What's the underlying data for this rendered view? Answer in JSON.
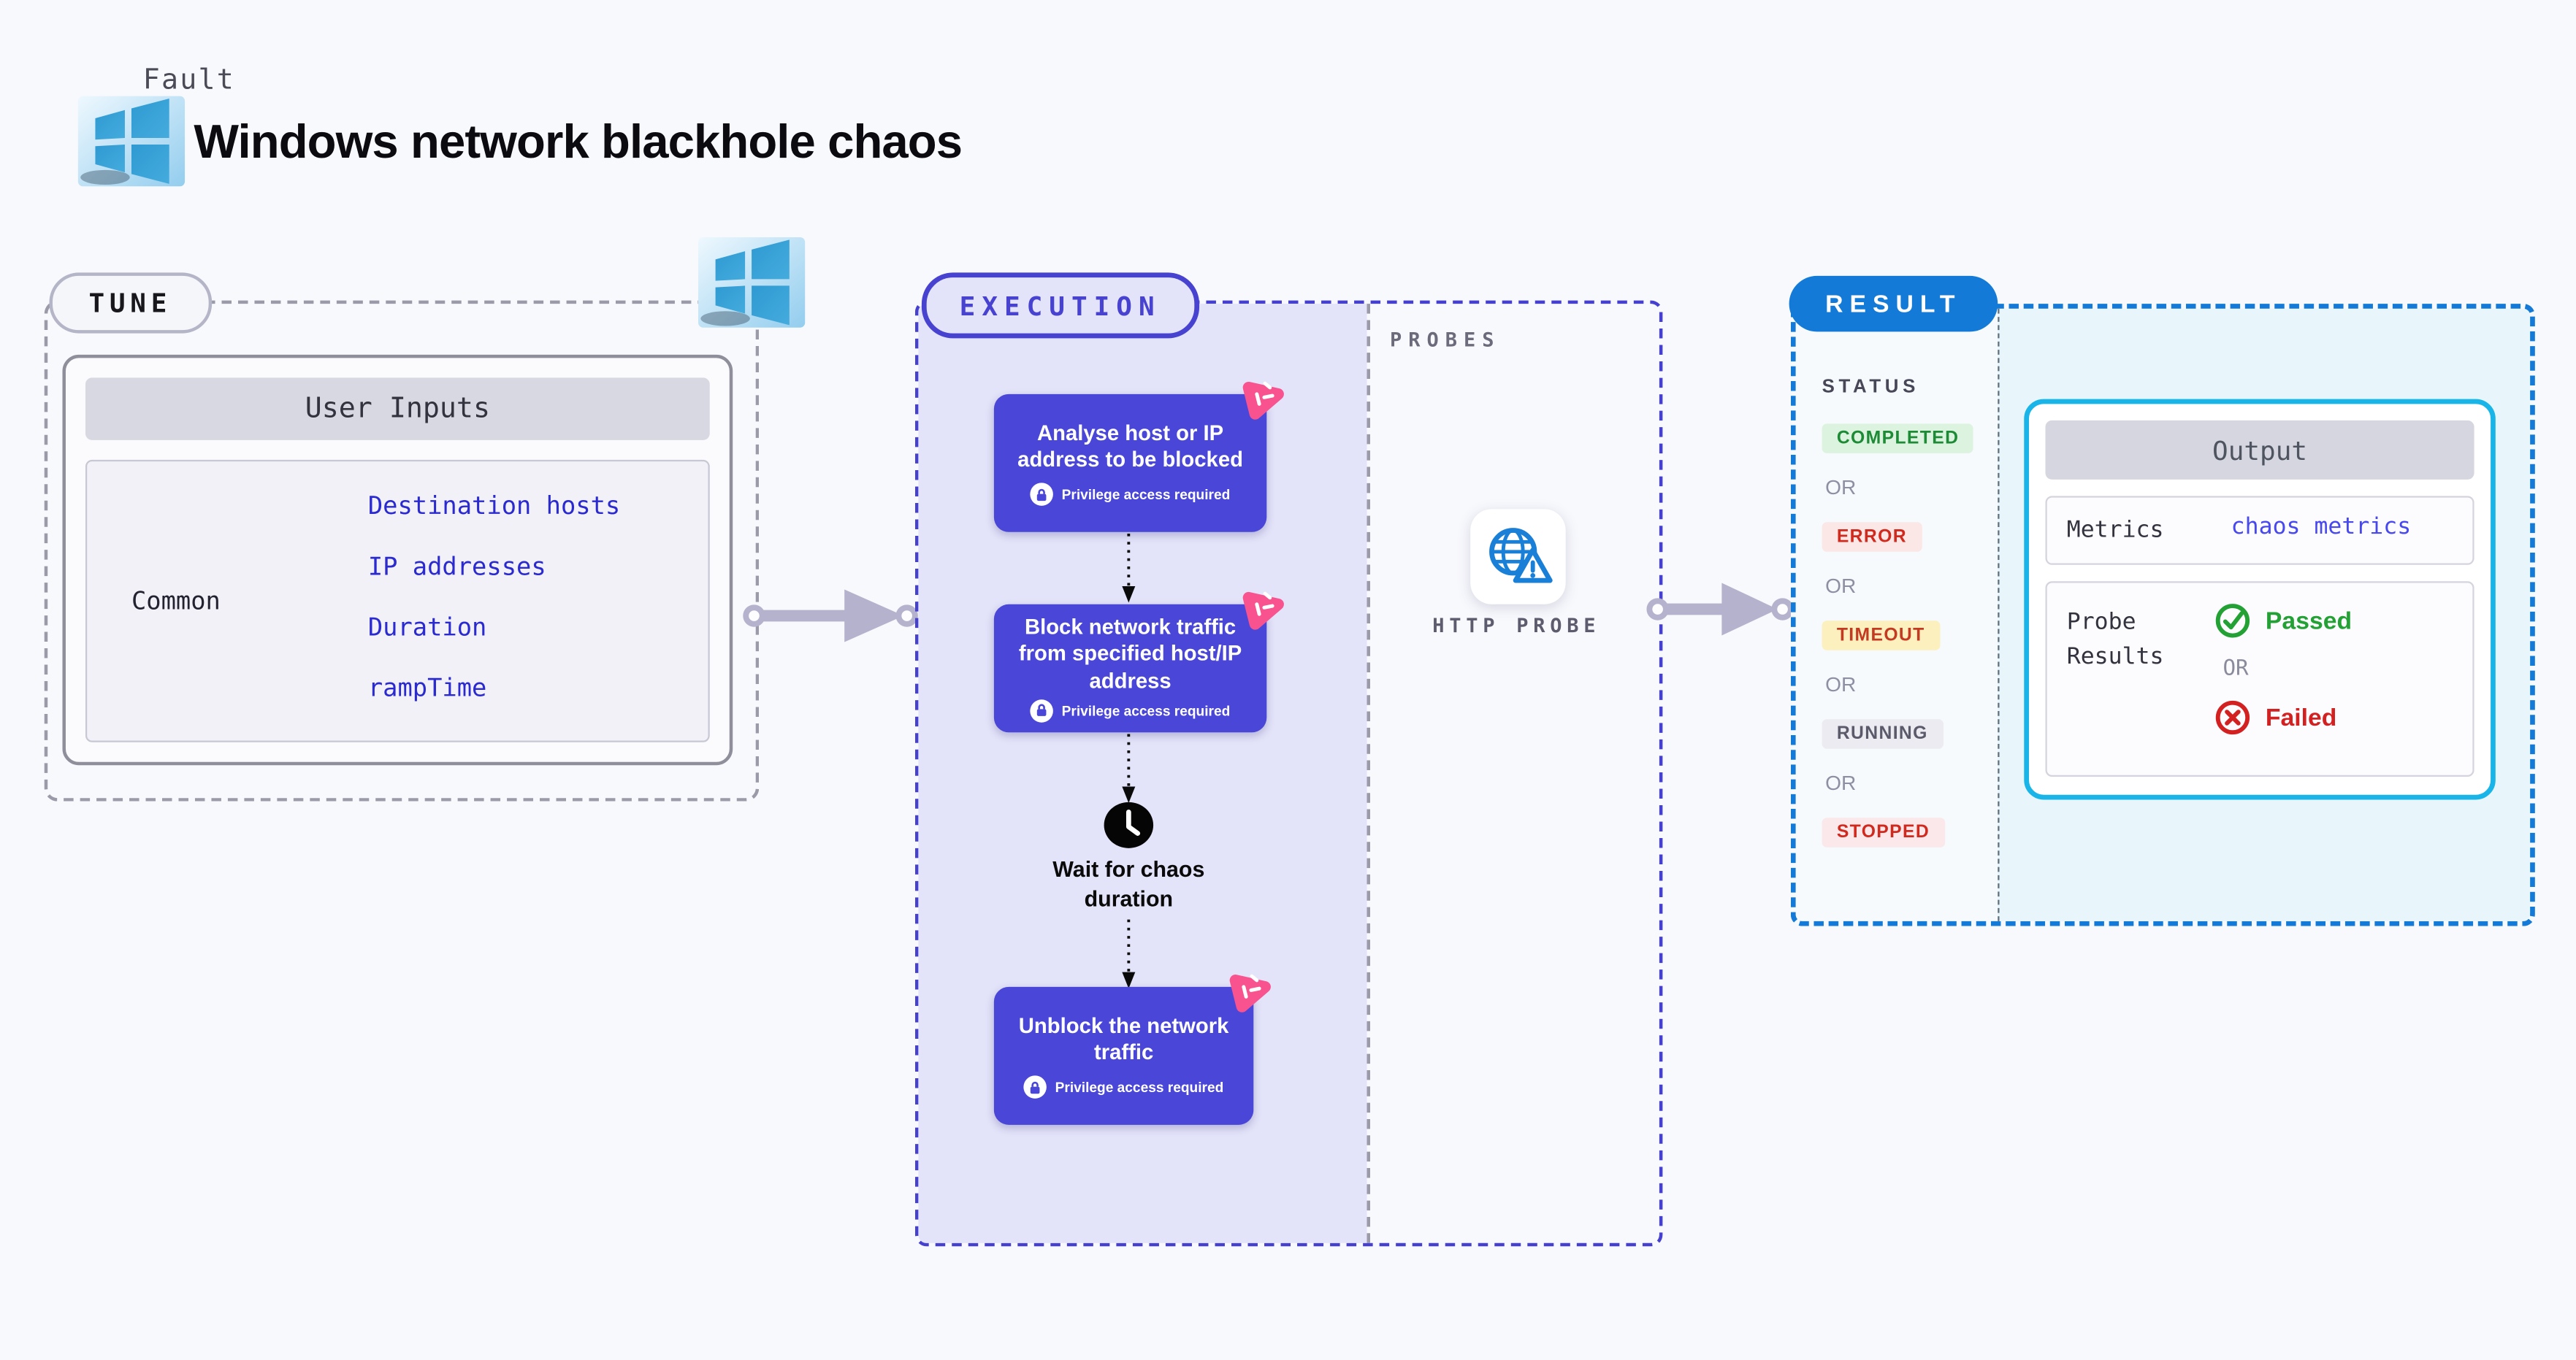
{
  "header": {
    "kicker": "Fault",
    "title": "Windows network blackhole chaos"
  },
  "tune": {
    "badge": "TUNE",
    "table_title": "User Inputs",
    "row_label": "Common",
    "inputs": [
      "Destination hosts",
      "IP addresses",
      "Duration",
      "rampTime"
    ]
  },
  "execution": {
    "badge": "EXECUTION",
    "steps": [
      {
        "label": "Analyse host or IP address to be blocked",
        "note": "Privilege access required"
      },
      {
        "label": "Block network traffic from specified host/IP address",
        "note": "Privilege access required"
      },
      {
        "label": "Wait for chaos duration"
      },
      {
        "label": "Unblock the network traffic",
        "note": "Privilege access required"
      }
    ]
  },
  "probes": {
    "section_label": "PROBES",
    "probe_name": "HTTP PROBE"
  },
  "result": {
    "badge": "RESULT",
    "status_label": "STATUS",
    "or_label": "OR",
    "statuses": [
      "COMPLETED",
      "ERROR",
      "TIMEOUT",
      "RUNNING",
      "STOPPED"
    ],
    "output": {
      "title": "Output",
      "metrics_label": "Metrics",
      "metrics_link": "chaos metrics",
      "probe_results_label": "Probe Results",
      "passed_label": "Passed",
      "failed_label": "Failed"
    }
  },
  "colors": {
    "accent_indigo": "#4742cf",
    "step_purple": "#4a46d8",
    "result_blue": "#137bd7",
    "output_cyan": "#1ab5e8",
    "chaos_pink": "#f9538f",
    "passed_green": "#23a135",
    "failed_red": "#d32121",
    "execution_bg": "#e3e3f9"
  }
}
